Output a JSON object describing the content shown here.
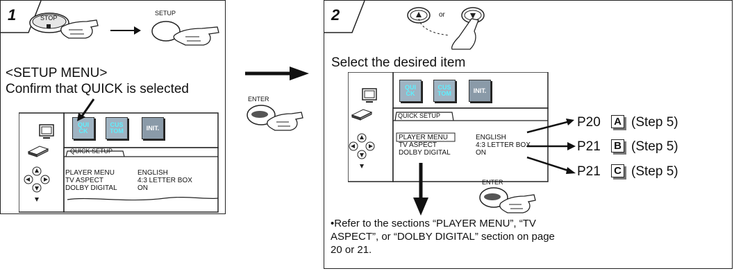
{
  "step1": {
    "number": "1",
    "stop_label": "STOP",
    "setup_label": "SETUP",
    "heading": "<SETUP MENU>",
    "instruction": "Confirm that QUICK is selected",
    "menu": {
      "btn_quick": "QUI CK",
      "btn_custom": "CUS TOM",
      "btn_init": "INIT.",
      "tab_label": "QUICK SETUP",
      "rows": [
        {
          "label": "PLAYER MENU",
          "value": "ENGLISH"
        },
        {
          "label": "TV ASPECT",
          "value": "4:3 LETTER BOX"
        },
        {
          "label": "DOLBY DIGITAL",
          "value": "ON"
        }
      ]
    }
  },
  "middle": {
    "enter_label": "ENTER"
  },
  "step2": {
    "number": "2",
    "or_label": "or",
    "instruction": "Select the desired item",
    "enter_label": "ENTER",
    "menu": {
      "btn_quick": "QUI CK",
      "btn_custom": "CUS TOM",
      "btn_init": "INIT.",
      "tab_label": "QUICK SETUP",
      "rows": [
        {
          "label": "PLAYER MENU",
          "value": "ENGLISH"
        },
        {
          "label": "TV ASPECT",
          "value": "4:3 LETTER BOX"
        },
        {
          "label": "DOLBY DIGITAL",
          "value": "ON"
        }
      ]
    },
    "refs": [
      {
        "page": "P20",
        "box": "A",
        "step": "(Step 5)"
      },
      {
        "page": "P21",
        "box": "B",
        "step": "(Step 5)"
      },
      {
        "page": "P21",
        "box": "C",
        "step": "(Step 5)"
      }
    ],
    "note": "•Refer to the sections “PLAYER MENU”, “TV ASPECT”, or “DOLBY DIGITAL” section on page 20 or 21."
  },
  "colors": {
    "icon_bg": "#8a9aa8",
    "icon_text_cyan": "#5ef0ff"
  }
}
